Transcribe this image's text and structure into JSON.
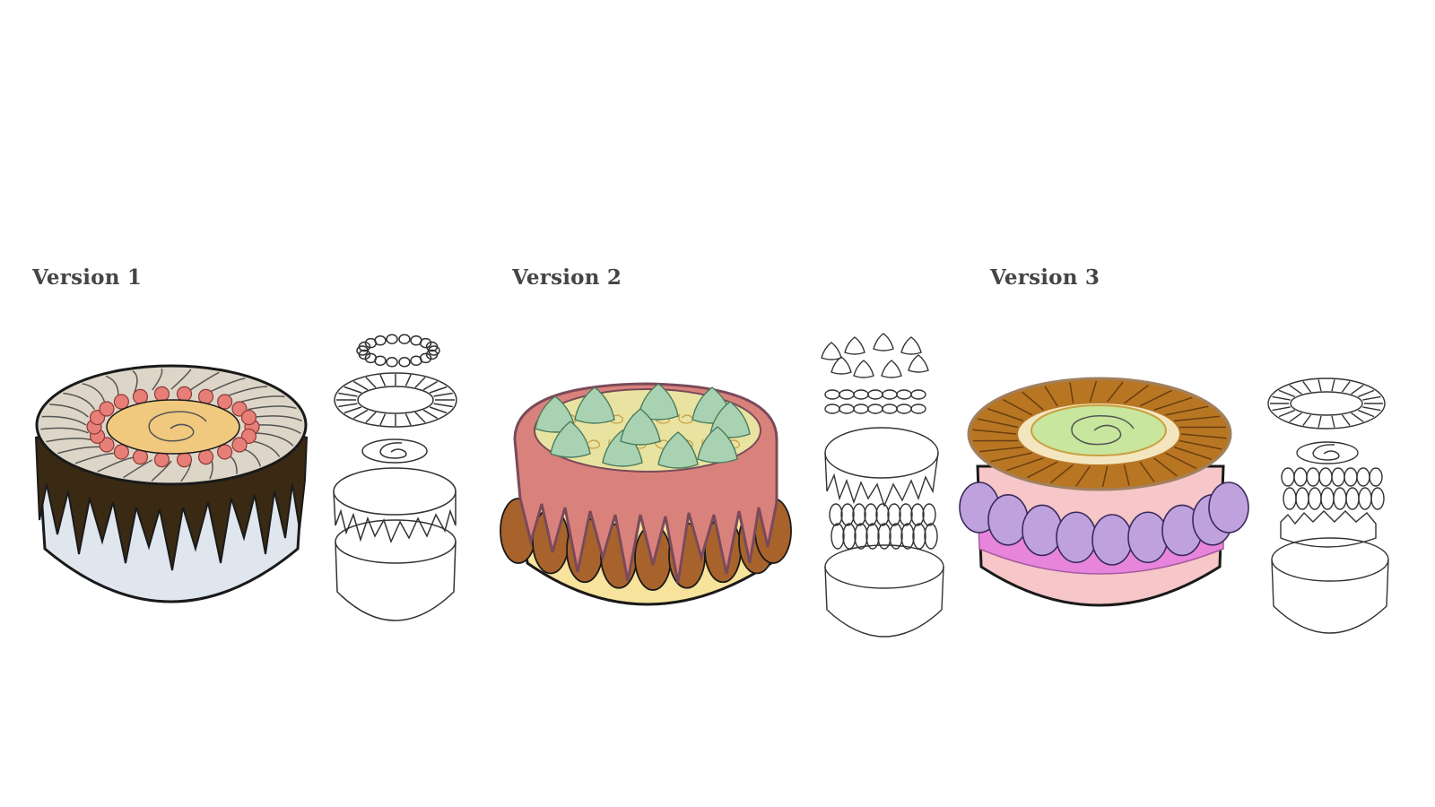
{
  "versions": [
    {
      "label": "Version 1"
    },
    {
      "label": "Version 2"
    },
    {
      "label": "Version 3"
    }
  ],
  "colors": {
    "outline": "#1a1a1a",
    "v1_cake": "#dfe6ee",
    "v1_drip": "#3a2a14",
    "v1_cream": "#ddd6c8",
    "v1_berries": "#e77f78",
    "v1_center": "#f1c97e",
    "v2_cake": "#f7e39b",
    "v2_glaze": "#d9827c",
    "v2_ladyfingers": "#a8632c",
    "v2_top": "#e9e3a2",
    "v2_meringue": "#a8d2b1",
    "v3_cake": "#f6c6c8",
    "v3_filling": "#e785dc",
    "v3_macarons": "#bfa2dd",
    "v3_ring": "#b87623",
    "v3_center": "#c8e69d"
  }
}
